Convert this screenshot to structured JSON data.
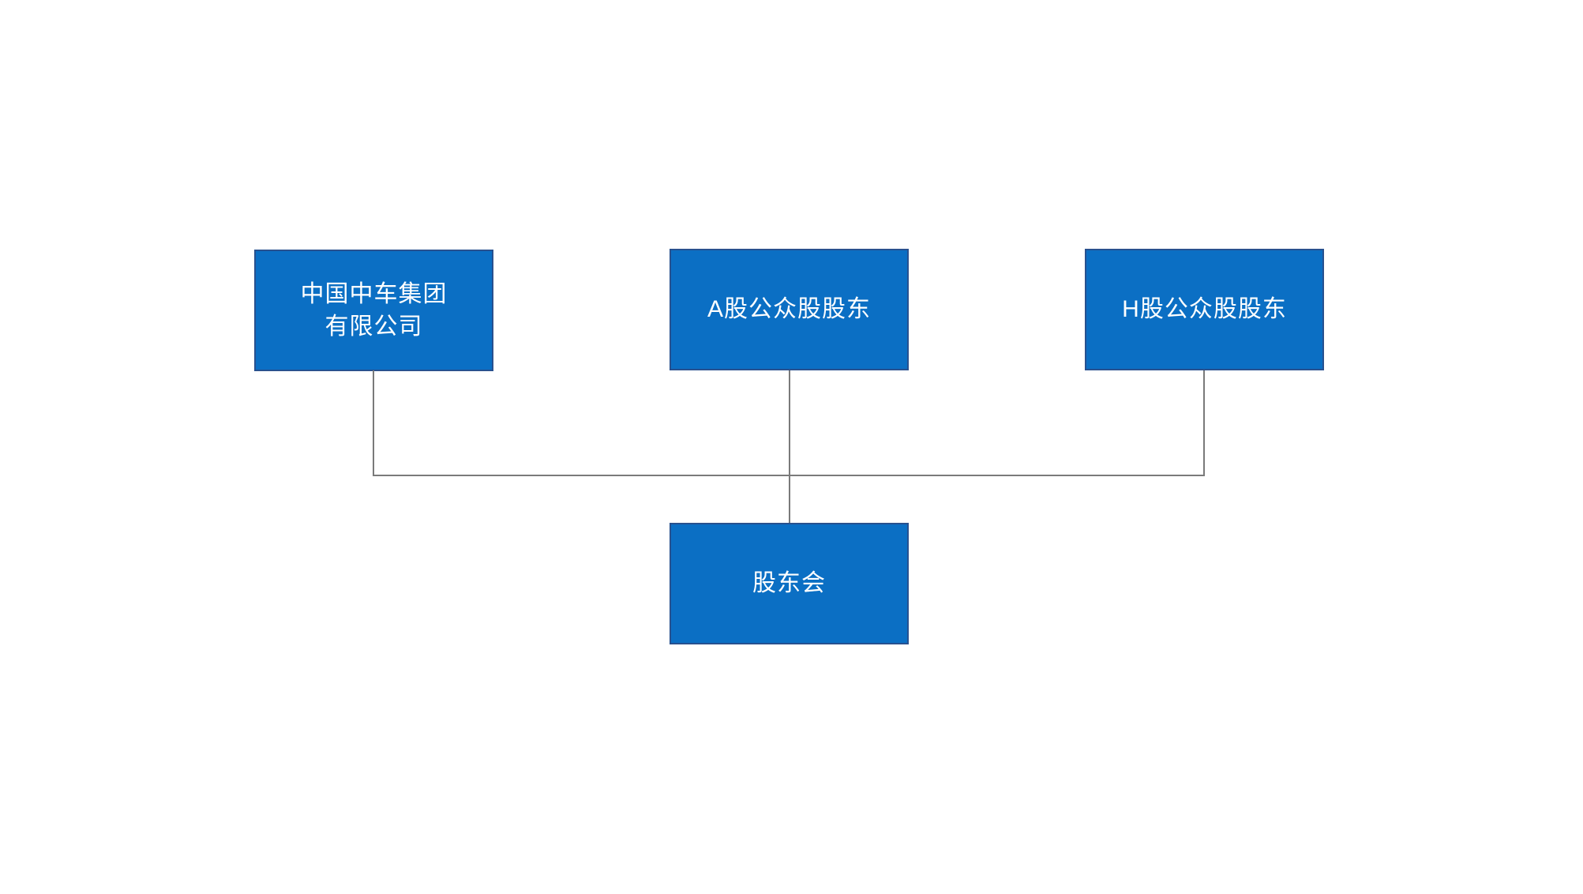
{
  "page": {
    "type": "org-chart",
    "background": "#ffffff"
  },
  "diagram": {
    "colors": {
      "node_fill": "#0b6fc4",
      "node_border": "#28518f",
      "node_text": "#ffffff",
      "connector": "#7a7a7a"
    },
    "nodes": [
      {
        "id": "crrc-group",
        "label": "中国中车集团\n有限公司"
      },
      {
        "id": "a-share-holders",
        "label": "A股公众股股东"
      },
      {
        "id": "h-share-holders",
        "label": "H股公众股股东"
      },
      {
        "id": "shareholders-meeting",
        "label": "股东会"
      }
    ],
    "edges": [
      {
        "from": "crrc-group",
        "to": "shareholders-meeting"
      },
      {
        "from": "a-share-holders",
        "to": "shareholders-meeting"
      },
      {
        "from": "h-share-holders",
        "to": "shareholders-meeting"
      }
    ]
  }
}
